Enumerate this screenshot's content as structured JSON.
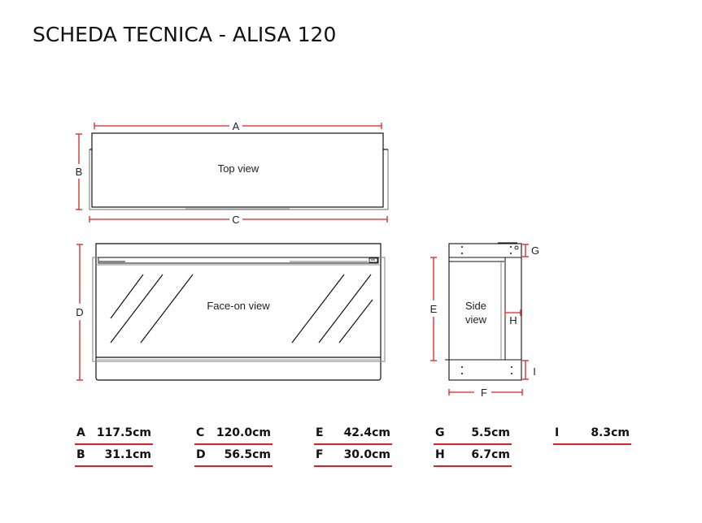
{
  "title": "SCHEDA TECNICA - ALISA 120",
  "colors": {
    "dimension_red": "#e02020",
    "line": "#111111",
    "outline_gray": "#8a8a8a"
  },
  "views": {
    "top": {
      "label": "Top view"
    },
    "face": {
      "label": "Face-on view"
    },
    "side": {
      "label_line1": "Side",
      "label_line2": "view"
    }
  },
  "dimension_labels": {
    "A": "A",
    "B": "B",
    "C": "C",
    "D": "D",
    "E": "E",
    "F": "F",
    "G": "G",
    "H": "H",
    "I": "I"
  },
  "specs": [
    {
      "key": "A",
      "value": "117.5cm"
    },
    {
      "key": "B",
      "value": "31.1cm"
    },
    {
      "key": "C",
      "value": "120.0cm"
    },
    {
      "key": "D",
      "value": "56.5cm"
    },
    {
      "key": "E",
      "value": "42.4cm"
    },
    {
      "key": "F",
      "value": "30.0cm"
    },
    {
      "key": "G",
      "value": "5.5cm"
    },
    {
      "key": "H",
      "value": "6.7cm"
    },
    {
      "key": "I",
      "value": "8.3cm"
    }
  ]
}
